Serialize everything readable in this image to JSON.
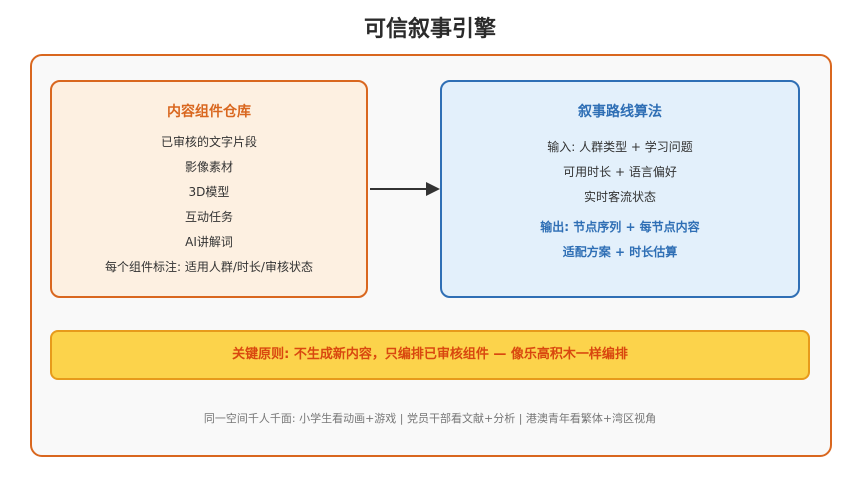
{
  "title": "可信叙事引擎",
  "left_box": {
    "heading": "内容组件仓库",
    "items": [
      "已审核的文字片段",
      "影像素材",
      "3D模型",
      "互动任务",
      "AI讲解词",
      "每个组件标注: 适用人群/时长/审核状态"
    ]
  },
  "right_box": {
    "heading": "叙事路线算法",
    "inputs": [
      "输入: 人群类型 + 学习问题",
      "可用时长 + 语言偏好",
      "实时客流状态"
    ],
    "outputs": [
      "输出: 节点序列 + 每节点内容",
      "适配方案 + 时长估算"
    ]
  },
  "principle": "关键原则: 不生成新内容，只编排已审核组件 — 像乐高积木一样编排",
  "footer": "同一空间千人千面: 小学生看动画+游戏 | 党员干部看文献+分析 | 港澳青年看繁体+湾区视角",
  "colors": {
    "orange_accent": "#d9671f",
    "blue_accent": "#2f6fb5",
    "principle_bg": "#fcd34b",
    "principle_text": "#d9480f"
  }
}
